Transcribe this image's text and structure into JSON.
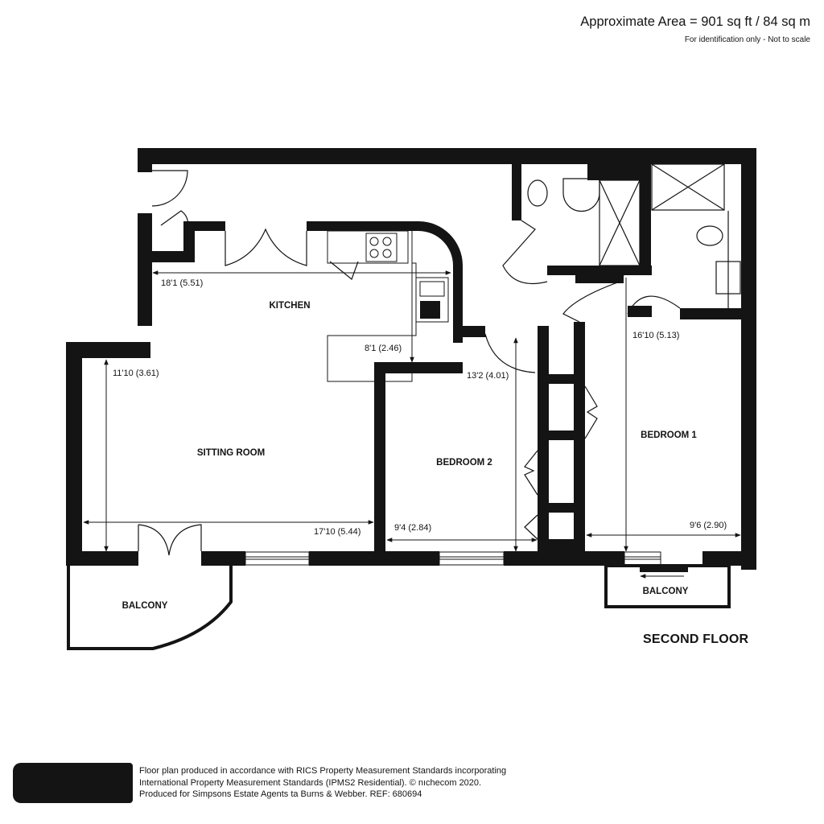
{
  "header": {
    "area": "Approximate Area = 901 sq ft / 84 sq m",
    "note": "For identification only - Not to scale"
  },
  "floor": {
    "name": "SECOND FLOOR"
  },
  "rooms": {
    "kitchen": "KITCHEN",
    "sitting_room": "SITTING ROOM",
    "bedroom2": "BEDROOM 2",
    "bedroom1": "BEDROOM 1",
    "balcony_left": "BALCONY",
    "balcony_right": "BALCONY"
  },
  "dimensions": {
    "kitchen_width": "18'1 (5.51)",
    "kitchen_depth": "8'1 (2.46)",
    "sitting_height": "11'10 (3.61)",
    "sitting_width": "17'10 (5.44)",
    "bedroom2_height": "13'2 (4.01)",
    "bedroom2_width": "9'4 (2.84)",
    "bedroom1_height": "16'10 (5.13)",
    "bedroom1_width": "9'6 (2.90)"
  },
  "footer": {
    "lines": [
      "Floor plan produced in accordance with RICS Property Measurement Standards incorporating",
      "International Property Measurement Standards (IPMS2 Residential).   © nıchecom 2020.",
      "Produced for Simpsons Estate Agents ta Burns & Webber.   REF: 680694"
    ]
  },
  "colors": {
    "wall": "#141414",
    "background": "#ffffff"
  }
}
